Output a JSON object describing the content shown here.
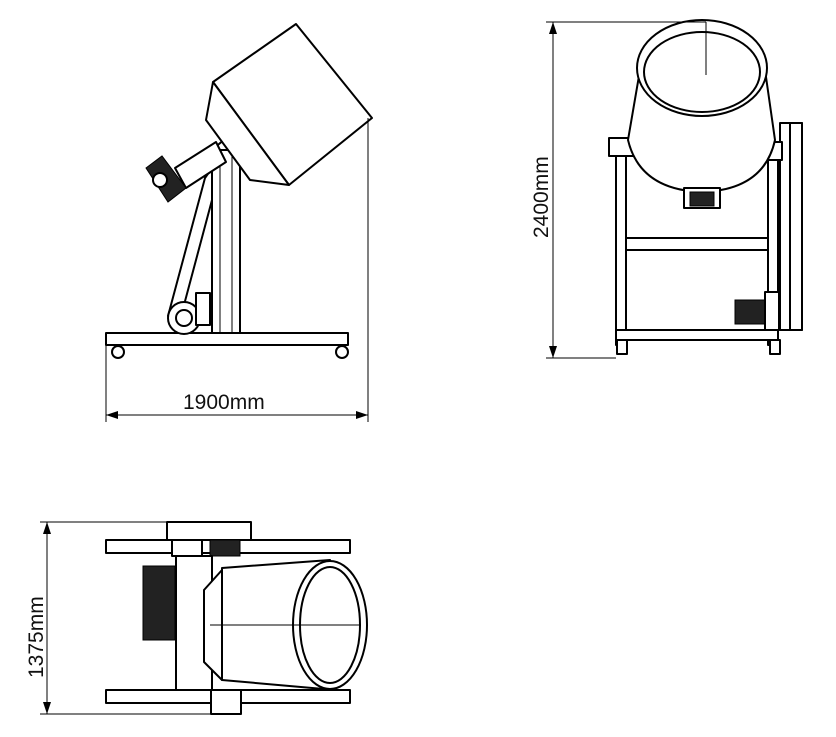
{
  "views": {
    "side": {
      "dimension_label": "1900mm"
    },
    "front": {
      "dimension_label": "2400mm"
    },
    "top": {
      "dimension_label": "1375mm"
    }
  }
}
